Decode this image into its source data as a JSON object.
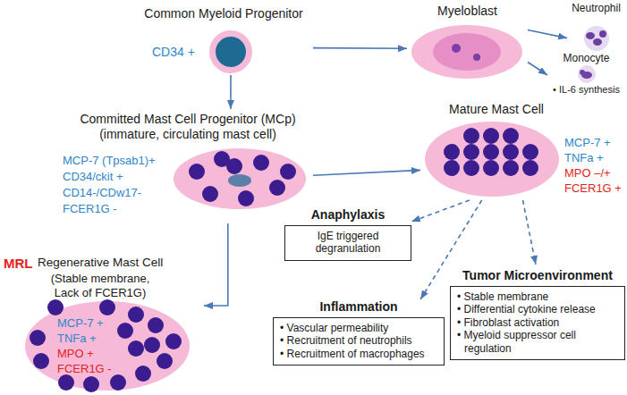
{
  "diagram": {
    "nodes": [
      {
        "text": [
          "Common Myeloid Progenitor",
          "CD34 +"
        ]
      },
      {
        "text": [
          "Myeloblast"
        ]
      },
      {
        "text": [
          "Neutrophil"
        ]
      },
      {
        "text": [
          "Monocyte",
          "• IL-6 synthesis"
        ]
      },
      {
        "text": [
          "Committed Mast Cell Progenitor (MCp) (immature, circulating mast cell)",
          "MCP-7 (Tpsab1)+",
          "CD34/ckit +",
          "CD14-/CDw17-",
          "FCER1G -"
        ]
      },
      {
        "text": [
          "Mature Mast Cell",
          "MCP-7 +",
          "TNFa +",
          "MPO –/+",
          "FCER1G +"
        ]
      },
      {
        "text": [
          "Anaphylaxis",
          "IgE triggered degranulation"
        ]
      },
      {
        "text": [
          "MRL",
          "Regenerative Mast Cell",
          "(Stable membrane, Lack of FCER1G)",
          "MCP-7 +",
          "TNFa +",
          "MPO +",
          "FCER1G -"
        ]
      },
      {
        "text": [
          "Inflammation",
          "• Vascular permeability",
          "• Recruitment of neutrophils",
          "• Recruitment of macrophages"
        ]
      },
      {
        "text": [
          "Tumor Microenvironment",
          "• Stable membrane",
          "• Differential cytokine release",
          "• Fibroblast activation",
          "• Myeloid suppressor cell regulation"
        ]
      }
    ],
    "edges": [
      {
        "from": 0,
        "to": 1,
        "arrow": "to"
      },
      {
        "from": 0,
        "to": 4,
        "arrow": "to"
      },
      {
        "from": 1,
        "to": 2,
        "arrow": "to"
      },
      {
        "from": 1,
        "to": 3,
        "arrow": "to"
      },
      {
        "from": 4,
        "to": 5,
        "arrow": "to"
      },
      {
        "from": 4,
        "to": 7,
        "arrow": "to"
      },
      {
        "from": 5,
        "to": 6,
        "arrow": "to"
      },
      {
        "from": 5,
        "to": 8,
        "arrow": "to"
      },
      {
        "from": 5,
        "to": 9,
        "arrow": "to"
      }
    ]
  }
}
